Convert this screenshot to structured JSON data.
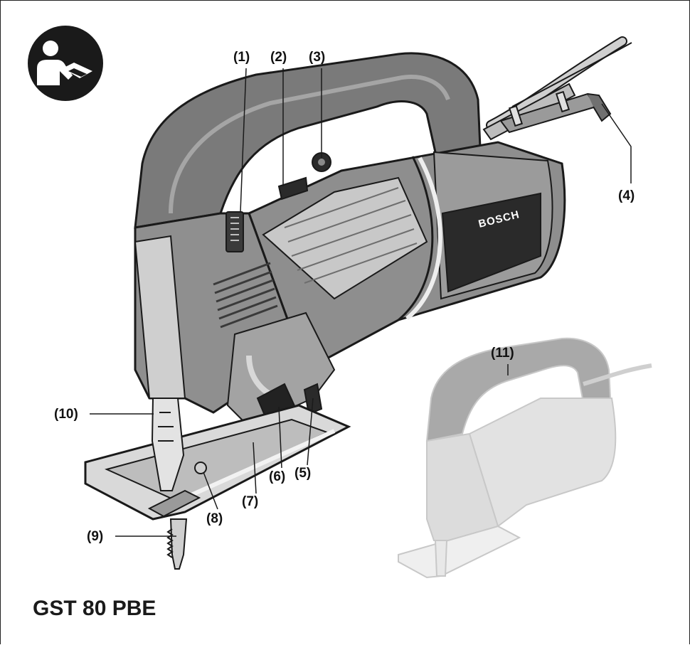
{
  "model": "GST 80 PBE",
  "brand": "BOSCH",
  "icons": {
    "manual": "read-manual-icon"
  },
  "colors": {
    "housing_dark": "#6b6b6b",
    "housing_mid": "#8a8a8a",
    "housing_light": "#b9b9b9",
    "metal": "#d4d4d4",
    "outline": "#1a1a1a",
    "ghost": "#cfcfcf",
    "ghost_handle": "#a9a9a9"
  },
  "callouts": [
    {
      "id": "1",
      "label": "(1)"
    },
    {
      "id": "2",
      "label": "(2)"
    },
    {
      "id": "3",
      "label": "(3)"
    },
    {
      "id": "4",
      "label": "(4)"
    },
    {
      "id": "5",
      "label": "(5)"
    },
    {
      "id": "6",
      "label": "(6)"
    },
    {
      "id": "7",
      "label": "(7)"
    },
    {
      "id": "8",
      "label": "(8)"
    },
    {
      "id": "9",
      "label": "(9)"
    },
    {
      "id": "10",
      "label": "(10)"
    },
    {
      "id": "11",
      "label": "(11)"
    }
  ]
}
